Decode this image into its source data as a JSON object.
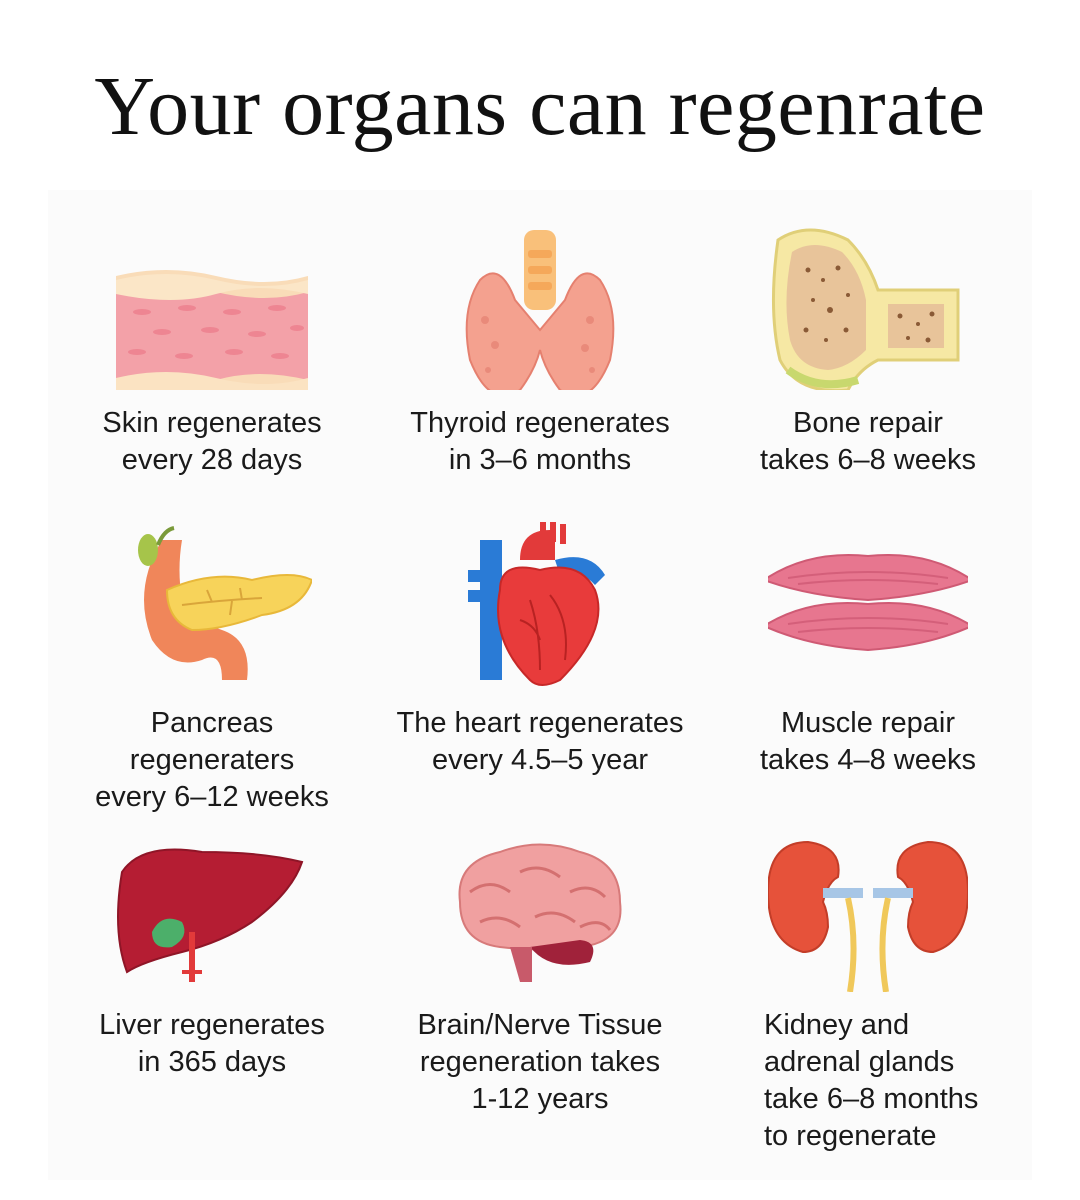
{
  "title": "Your organs can regenrate",
  "items": [
    {
      "icon": "skin-icon",
      "lines": [
        "Skin regenerates",
        "every 28 days"
      ]
    },
    {
      "icon": "thyroid-icon",
      "lines": [
        "Thyroid regenerates",
        "in 3–6 months"
      ]
    },
    {
      "icon": "bone-icon",
      "lines": [
        "Bone repair",
        "takes 6–8 weeks"
      ]
    },
    {
      "icon": "pancreas-icon",
      "lines": [
        "Pancreas",
        "regeneraters",
        "every 6–12 weeks"
      ]
    },
    {
      "icon": "heart-icon",
      "lines": [
        "The heart regenerates",
        "every 4.5–5 year"
      ]
    },
    {
      "icon": "muscle-icon",
      "lines": [
        "Muscle repair",
        "takes 4–8 weeks"
      ]
    },
    {
      "icon": "liver-icon",
      "lines": [
        "Liver regenerates",
        "in 365 days"
      ]
    },
    {
      "icon": "brain-icon",
      "lines": [
        "Brain/Nerve Tissue",
        "regeneration takes",
        "1-12 years"
      ]
    },
    {
      "icon": "kidney-icon",
      "lines": [
        "Kidney and",
        "adrenal glands",
        "take 6–8 months",
        "to regenerate"
      ]
    }
  ]
}
